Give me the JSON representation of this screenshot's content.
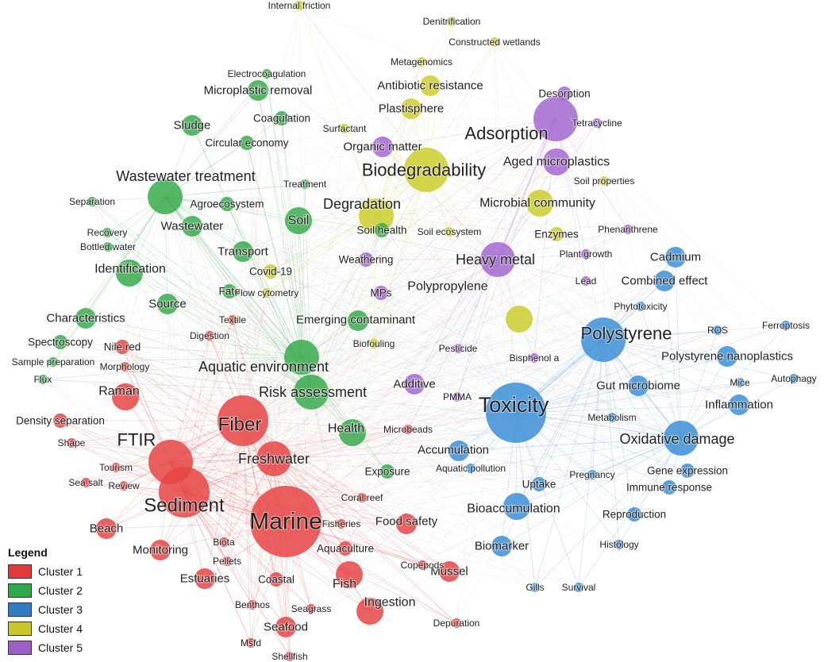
{
  "legend": {
    "title": "Legend",
    "items": [
      {
        "label": "Cluster 1",
        "color": "#e03a3a"
      },
      {
        "label": "Cluster 2",
        "color": "#2ea84a"
      },
      {
        "label": "Cluster 3",
        "color": "#2f7cc2"
      },
      {
        "label": "Cluster 4",
        "color": "#c8c82a"
      },
      {
        "label": "Cluster 5",
        "color": "#9b5fc6"
      }
    ]
  },
  "cluster_colors": {
    "1": "#e64545",
    "2": "#3aaa4e",
    "3": "#3d8fd6",
    "4": "#cdcd2e",
    "5": "#a368d0"
  },
  "keywords": [
    {
      "label": "Marine",
      "cluster": 1,
      "weight": 10
    },
    {
      "label": "Sediment",
      "cluster": 1,
      "weight": 8
    },
    {
      "label": "Fiber",
      "cluster": 1,
      "weight": 8
    },
    {
      "label": "FTIR",
      "cluster": 1,
      "weight": 7
    },
    {
      "label": "Freshwater",
      "cluster": 1,
      "weight": 6
    },
    {
      "label": "Raman",
      "cluster": 1,
      "weight": 5
    },
    {
      "label": "Fish",
      "cluster": 1,
      "weight": 5
    },
    {
      "label": "Ingestion",
      "cluster": 1,
      "weight": 5
    },
    {
      "label": "Food safety",
      "cluster": 1,
      "weight": 4
    },
    {
      "label": "Beach",
      "cluster": 1,
      "weight": 4
    },
    {
      "label": "Monitoring",
      "cluster": 1,
      "weight": 4
    },
    {
      "label": "Estuaries",
      "cluster": 1,
      "weight": 4
    },
    {
      "label": "Seafood",
      "cluster": 1,
      "weight": 4
    },
    {
      "label": "Mussel",
      "cluster": 1,
      "weight": 4
    },
    {
      "label": "Aquaculture",
      "cluster": 1,
      "weight": 3
    },
    {
      "label": "Coastal",
      "cluster": 1,
      "weight": 3
    },
    {
      "label": "Nile red",
      "cluster": 1,
      "weight": 3
    },
    {
      "label": "Density separation",
      "cluster": 1,
      "weight": 3
    },
    {
      "label": "Coral reef",
      "cluster": 1,
      "weight": 2
    },
    {
      "label": "Fisheries",
      "cluster": 1,
      "weight": 2
    },
    {
      "label": "Biota",
      "cluster": 1,
      "weight": 2
    },
    {
      "label": "Pellets",
      "cluster": 1,
      "weight": 2
    },
    {
      "label": "Copepods",
      "cluster": 1,
      "weight": 2
    },
    {
      "label": "Shape",
      "cluster": 1,
      "weight": 2
    },
    {
      "label": "Tourism",
      "cluster": 1,
      "weight": 2
    },
    {
      "label": "Sea salt",
      "cluster": 1,
      "weight": 2
    },
    {
      "label": "Review",
      "cluster": 1,
      "weight": 2
    },
    {
      "label": "Benthos",
      "cluster": 1,
      "weight": 2
    },
    {
      "label": "Seagrass",
      "cluster": 1,
      "weight": 2
    },
    {
      "label": "Msfd",
      "cluster": 1,
      "weight": 2
    },
    {
      "label": "Shellfish",
      "cluster": 1,
      "weight": 2
    },
    {
      "label": "Depuration",
      "cluster": 1,
      "weight": 2
    },
    {
      "label": "Microbeads",
      "cluster": 1,
      "weight": 2
    },
    {
      "label": "Morphology",
      "cluster": 1,
      "weight": 2
    },
    {
      "label": "Digestion",
      "cluster": 1,
      "weight": 2
    },
    {
      "label": "Textile",
      "cluster": 1,
      "weight": 2
    },
    {
      "label": "Wastewater treatment",
      "cluster": 2,
      "weight": 6
    },
    {
      "label": "Aquatic environment",
      "cluster": 2,
      "weight": 6
    },
    {
      "label": "Risk assessment",
      "cluster": 2,
      "weight": 6
    },
    {
      "label": "Health",
      "cluster": 2,
      "weight": 5
    },
    {
      "label": "Identification",
      "cluster": 2,
      "weight": 5
    },
    {
      "label": "Soil",
      "cluster": 2,
      "weight": 5
    },
    {
      "label": "Wastewater",
      "cluster": 2,
      "weight": 4
    },
    {
      "label": "Emerging contaminant",
      "cluster": 2,
      "weight": 4
    },
    {
      "label": "Transport",
      "cluster": 2,
      "weight": 4
    },
    {
      "label": "Source",
      "cluster": 2,
      "weight": 4
    },
    {
      "label": "Characteristics",
      "cluster": 2,
      "weight": 4
    },
    {
      "label": "Microplastic removal",
      "cluster": 2,
      "weight": 4
    },
    {
      "label": "Sludge",
      "cluster": 2,
      "weight": 4
    },
    {
      "label": "Circular economy",
      "cluster": 2,
      "weight": 3
    },
    {
      "label": "Agroecosystem",
      "cluster": 2,
      "weight": 3
    },
    {
      "label": "Soil health",
      "cluster": 2,
      "weight": 3
    },
    {
      "label": "Exposure",
      "cluster": 2,
      "weight": 3
    },
    {
      "label": "Coagulation",
      "cluster": 2,
      "weight": 3
    },
    {
      "label": "Fate",
      "cluster": 2,
      "weight": 3
    },
    {
      "label": "Spectroscopy",
      "cluster": 2,
      "weight": 3
    },
    {
      "label": "Electrocoagulation",
      "cluster": 2,
      "weight": 2
    },
    {
      "label": "Treatment",
      "cluster": 2,
      "weight": 2
    },
    {
      "label": "Separation",
      "cluster": 2,
      "weight": 2
    },
    {
      "label": "Recovery",
      "cluster": 2,
      "weight": 2
    },
    {
      "label": "Bottled water",
      "cluster": 2,
      "weight": 2
    },
    {
      "label": "Sample preparation",
      "cluster": 2,
      "weight": 2
    },
    {
      "label": "Flux",
      "cluster": 2,
      "weight": 2
    },
    {
      "label": "Toxicity",
      "cluster": 3,
      "weight": 9
    },
    {
      "label": "Polystyrene",
      "cluster": 3,
      "weight": 7
    },
    {
      "label": "Oxidative damage",
      "cluster": 3,
      "weight": 6
    },
    {
      "label": "Bioaccumulation",
      "cluster": 3,
      "weight": 5
    },
    {
      "label": "Accumulation",
      "cluster": 3,
      "weight": 4
    },
    {
      "label": "Biomarker",
      "cluster": 3,
      "weight": 4
    },
    {
      "label": "Gut microbiome",
      "cluster": 3,
      "weight": 4
    },
    {
      "label": "Inflammation",
      "cluster": 3,
      "weight": 4
    },
    {
      "label": "Combined effect",
      "cluster": 3,
      "weight": 4
    },
    {
      "label": "Polystyrene nanoplastics",
      "cluster": 3,
      "weight": 4
    },
    {
      "label": "Cadmium",
      "cluster": 3,
      "weight": 4
    },
    {
      "label": "Uptake",
      "cluster": 3,
      "weight": 3
    },
    {
      "label": "Gene expression",
      "cluster": 3,
      "weight": 3
    },
    {
      "label": "Immune response",
      "cluster": 3,
      "weight": 3
    },
    {
      "label": "Reproduction",
      "cluster": 3,
      "weight": 3
    },
    {
      "label": "Aquatic pollution",
      "cluster": 3,
      "weight": 2
    },
    {
      "label": "Phytotoxicity",
      "cluster": 3,
      "weight": 2
    },
    {
      "label": "ROS",
      "cluster": 3,
      "weight": 2
    },
    {
      "label": "Ferroptosis",
      "cluster": 3,
      "weight": 2
    },
    {
      "label": "Autophagy",
      "cluster": 3,
      "weight": 2
    },
    {
      "label": "Mice",
      "cluster": 3,
      "weight": 2
    },
    {
      "label": "Metabolism",
      "cluster": 3,
      "weight": 2
    },
    {
      "label": "Pregnancy",
      "cluster": 3,
      "weight": 2
    },
    {
      "label": "Histology",
      "cluster": 3,
      "weight": 2
    },
    {
      "label": "Gills",
      "cluster": 3,
      "weight": 2
    },
    {
      "label": "Survival",
      "cluster": 3,
      "weight": 2
    },
    {
      "label": "Biodegradability",
      "cluster": 4,
      "weight": 7
    },
    {
      "label": "Degradation",
      "cluster": 4,
      "weight": 6
    },
    {
      "label": "Microbial community",
      "cluster": 4,
      "weight": 5
    },
    {
      "label": "Polypropylene",
      "cluster": 4,
      "weight": 5
    },
    {
      "label": "Antibiotic resistance",
      "cluster": 4,
      "weight": 4
    },
    {
      "label": "Plastisphere",
      "cluster": 4,
      "weight": 4
    },
    {
      "label": "Enzymes",
      "cluster": 4,
      "weight": 3
    },
    {
      "label": "Covid-19",
      "cluster": 4,
      "weight": 3
    },
    {
      "label": "Metagenomics",
      "cluster": 4,
      "weight": 2
    },
    {
      "label": "Denitrification",
      "cluster": 4,
      "weight": 2
    },
    {
      "label": "Constructed wetlands",
      "cluster": 4,
      "weight": 2
    },
    {
      "label": "Internal friction",
      "cluster": 4,
      "weight": 2
    },
    {
      "label": "Surfactant",
      "cluster": 4,
      "weight": 2
    },
    {
      "label": "Soil ecosystem",
      "cluster": 4,
      "weight": 2
    },
    {
      "label": "Flow cytometry",
      "cluster": 4,
      "weight": 2
    },
    {
      "label": "Biofouling",
      "cluster": 4,
      "weight": 2
    },
    {
      "label": "Soil properties",
      "cluster": 4,
      "weight": 2
    },
    {
      "label": "Adsorption",
      "cluster": 5,
      "weight": 7
    },
    {
      "label": "Heavy metal",
      "cluster": 5,
      "weight": 6
    },
    {
      "label": "Aged microplastics",
      "cluster": 5,
      "weight": 5
    },
    {
      "label": "Organic matter",
      "cluster": 5,
      "weight": 4
    },
    {
      "label": "Weathering",
      "cluster": 5,
      "weight": 3
    },
    {
      "label": "Additive",
      "cluster": 5,
      "weight": 4
    },
    {
      "label": "MPs",
      "cluster": 5,
      "weight": 3
    },
    {
      "label": "Desorption",
      "cluster": 5,
      "weight": 3
    },
    {
      "label": "Tetracycline",
      "cluster": 5,
      "weight": 2
    },
    {
      "label": "Phenanthrene",
      "cluster": 5,
      "weight": 2
    },
    {
      "label": "Plant growth",
      "cluster": 5,
      "weight": 2
    },
    {
      "label": "Lead",
      "cluster": 5,
      "weight": 2
    },
    {
      "label": "Pesticide",
      "cluster": 5,
      "weight": 2
    },
    {
      "label": "Bisphenol a",
      "cluster": 5,
      "weight": 2
    },
    {
      "label": "PMMA",
      "cluster": 5,
      "weight": 2
    }
  ]
}
